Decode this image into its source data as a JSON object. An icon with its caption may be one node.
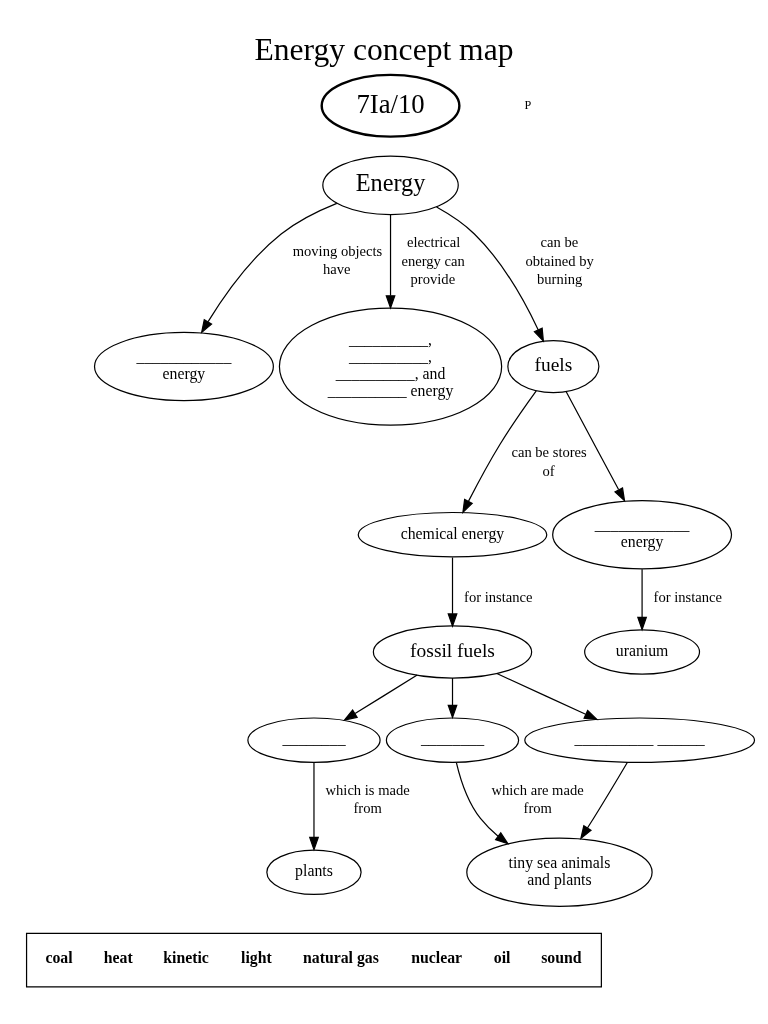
{
  "diagram": {
    "title": "Energy concept map",
    "nodes": [
      {
        "text": [
          "7Ia/10"
        ]
      },
      {
        "text": [
          "Energy"
        ]
      },
      {
        "text": [
          "____________ energy"
        ]
      },
      {
        "text": [
          "__________, __________, __________, and __________ energy"
        ]
      },
      {
        "text": [
          "fuels"
        ]
      },
      {
        "text": [
          "chemical energy"
        ]
      },
      {
        "text": [
          "____________ energy"
        ]
      },
      {
        "text": [
          "fossil fuels"
        ]
      },
      {
        "text": [
          "uranium"
        ]
      },
      {
        "text": [
          "________"
        ]
      },
      {
        "text": [
          "________"
        ]
      },
      {
        "text": [
          "__________ ______"
        ]
      },
      {
        "text": [
          "plants"
        ]
      },
      {
        "text": [
          "tiny sea animals and plants"
        ]
      }
    ],
    "edges": [
      {
        "from": 1,
        "to": 2,
        "arrow": "to",
        "label": "moving objects have"
      },
      {
        "from": 1,
        "to": 3,
        "arrow": "to",
        "label": "electrical energy can provide"
      },
      {
        "from": 1,
        "to": 4,
        "arrow": "to",
        "label": "can be obtained by burning"
      },
      {
        "from": 4,
        "to": 5,
        "arrow": "to",
        "label": "can be stores of"
      },
      {
        "from": 4,
        "to": 6,
        "arrow": "to"
      },
      {
        "from": 5,
        "to": 7,
        "arrow": "to",
        "label": "for instance"
      },
      {
        "from": 6,
        "to": 8,
        "arrow": "to",
        "label": "for instance"
      },
      {
        "from": 7,
        "to": 9,
        "arrow": "to"
      },
      {
        "from": 7,
        "to": 10,
        "arrow": "to"
      },
      {
        "from": 7,
        "to": 11,
        "arrow": "to"
      },
      {
        "from": 9,
        "to": 12,
        "arrow": "to",
        "label": "which is made from"
      },
      {
        "from": 10,
        "to": 13,
        "arrow": "to",
        "label": "which are made from"
      },
      {
        "from": 11,
        "to": 13,
        "arrow": "to"
      }
    ],
    "labels": [
      "P",
      "coal",
      "heat",
      "kinetic",
      "light",
      "natural gas",
      "nuclear",
      "oil",
      "sound"
    ]
  }
}
